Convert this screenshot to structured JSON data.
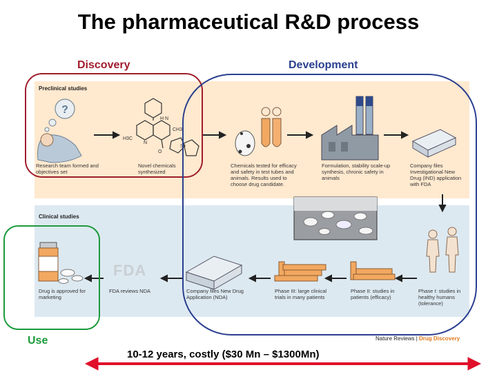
{
  "title": "The pharmaceutical R&D process",
  "labels": {
    "discovery": "Discovery",
    "development": "Development",
    "use": "Use"
  },
  "panels": {
    "preclinical": "Preclinical studies",
    "clinical": "Clinical studies"
  },
  "steps": {
    "research": "Research team formed and objectives set",
    "chemicals": "Novel chemicals synthesized",
    "tested": "Chemicals tested for efficacy and safety in test tubes and animals. Results used to choose drug candidate.",
    "formulation": "Formulation, stability scale-up synthesis, chronic safety in animals",
    "ind": "Company files Investigational New Drug (IND) application with FDA",
    "phase1": "Phase I: studies in healthy humans (tolerance)",
    "phase2": "Phase II: studies in patients (efficacy)",
    "phase3": "Phase III: large clinical trials in many patients",
    "nda": "Company files New Drug Application (NDA)",
    "fda_reviews": "FDA reviews NDA",
    "approved": "Drug is approved for marketing"
  },
  "fda_mark": "FDA",
  "question_mark": "?",
  "chem": {
    "nh": "H N",
    "ch3": "CH3",
    "h3c": "H3C",
    "n": "N",
    "o": "O",
    "s": "S"
  },
  "credit": {
    "journal": "Nature Reviews",
    "sep": "|",
    "section": "Drug Discovery"
  },
  "duration": "10-12 years, costly ($30 Mn – $1300Mn)",
  "colors": {
    "discovery": "#a01c2c",
    "development": "#2a3f8f",
    "use": "#1a9a3a",
    "arrow": "#e0102a"
  }
}
